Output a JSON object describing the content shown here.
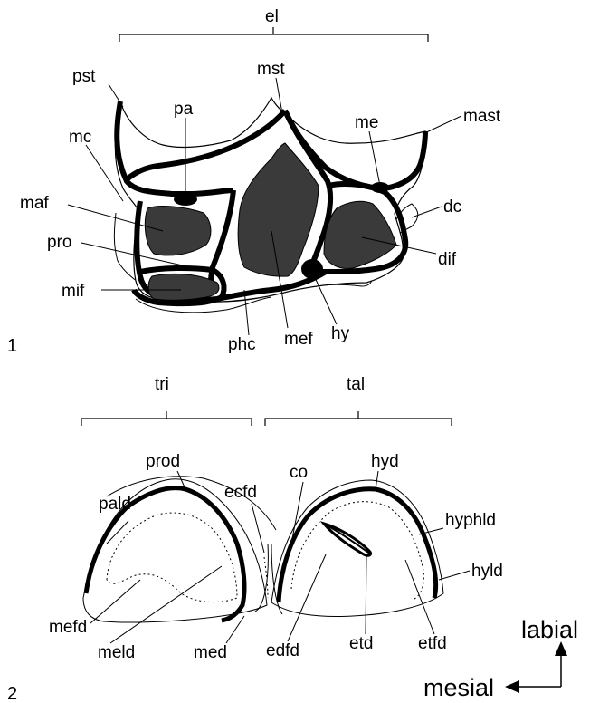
{
  "figure": {
    "panel1": {
      "number": "1",
      "bracket_label": "el",
      "labels": {
        "pst": "pst",
        "mst": "mst",
        "pa": "pa",
        "me": "me",
        "mast": "mast",
        "mc": "mc",
        "maf": "maf",
        "dc": "dc",
        "pro": "pro",
        "dif": "dif",
        "mif": "mif",
        "phc": "phc",
        "mef": "mef",
        "hy": "hy"
      }
    },
    "panel2": {
      "number": "2",
      "bracket_left_label": "tri",
      "bracket_right_label": "tal",
      "labels": {
        "prod": "prod",
        "hyd": "hyd",
        "ecfd": "ecfd",
        "co": "co",
        "pald": "pald",
        "hyphld": "hyphld",
        "hyld": "hyld",
        "mefd": "mefd",
        "meld": "meld",
        "med": "med",
        "edfd": "edfd",
        "etd": "etd",
        "etfd": "etfd"
      }
    },
    "orientation": {
      "up": "labial",
      "left": "mesial"
    },
    "colors": {
      "fill_dark": "#3a3a3a",
      "line": "#000000",
      "background": "#ffffff"
    }
  }
}
